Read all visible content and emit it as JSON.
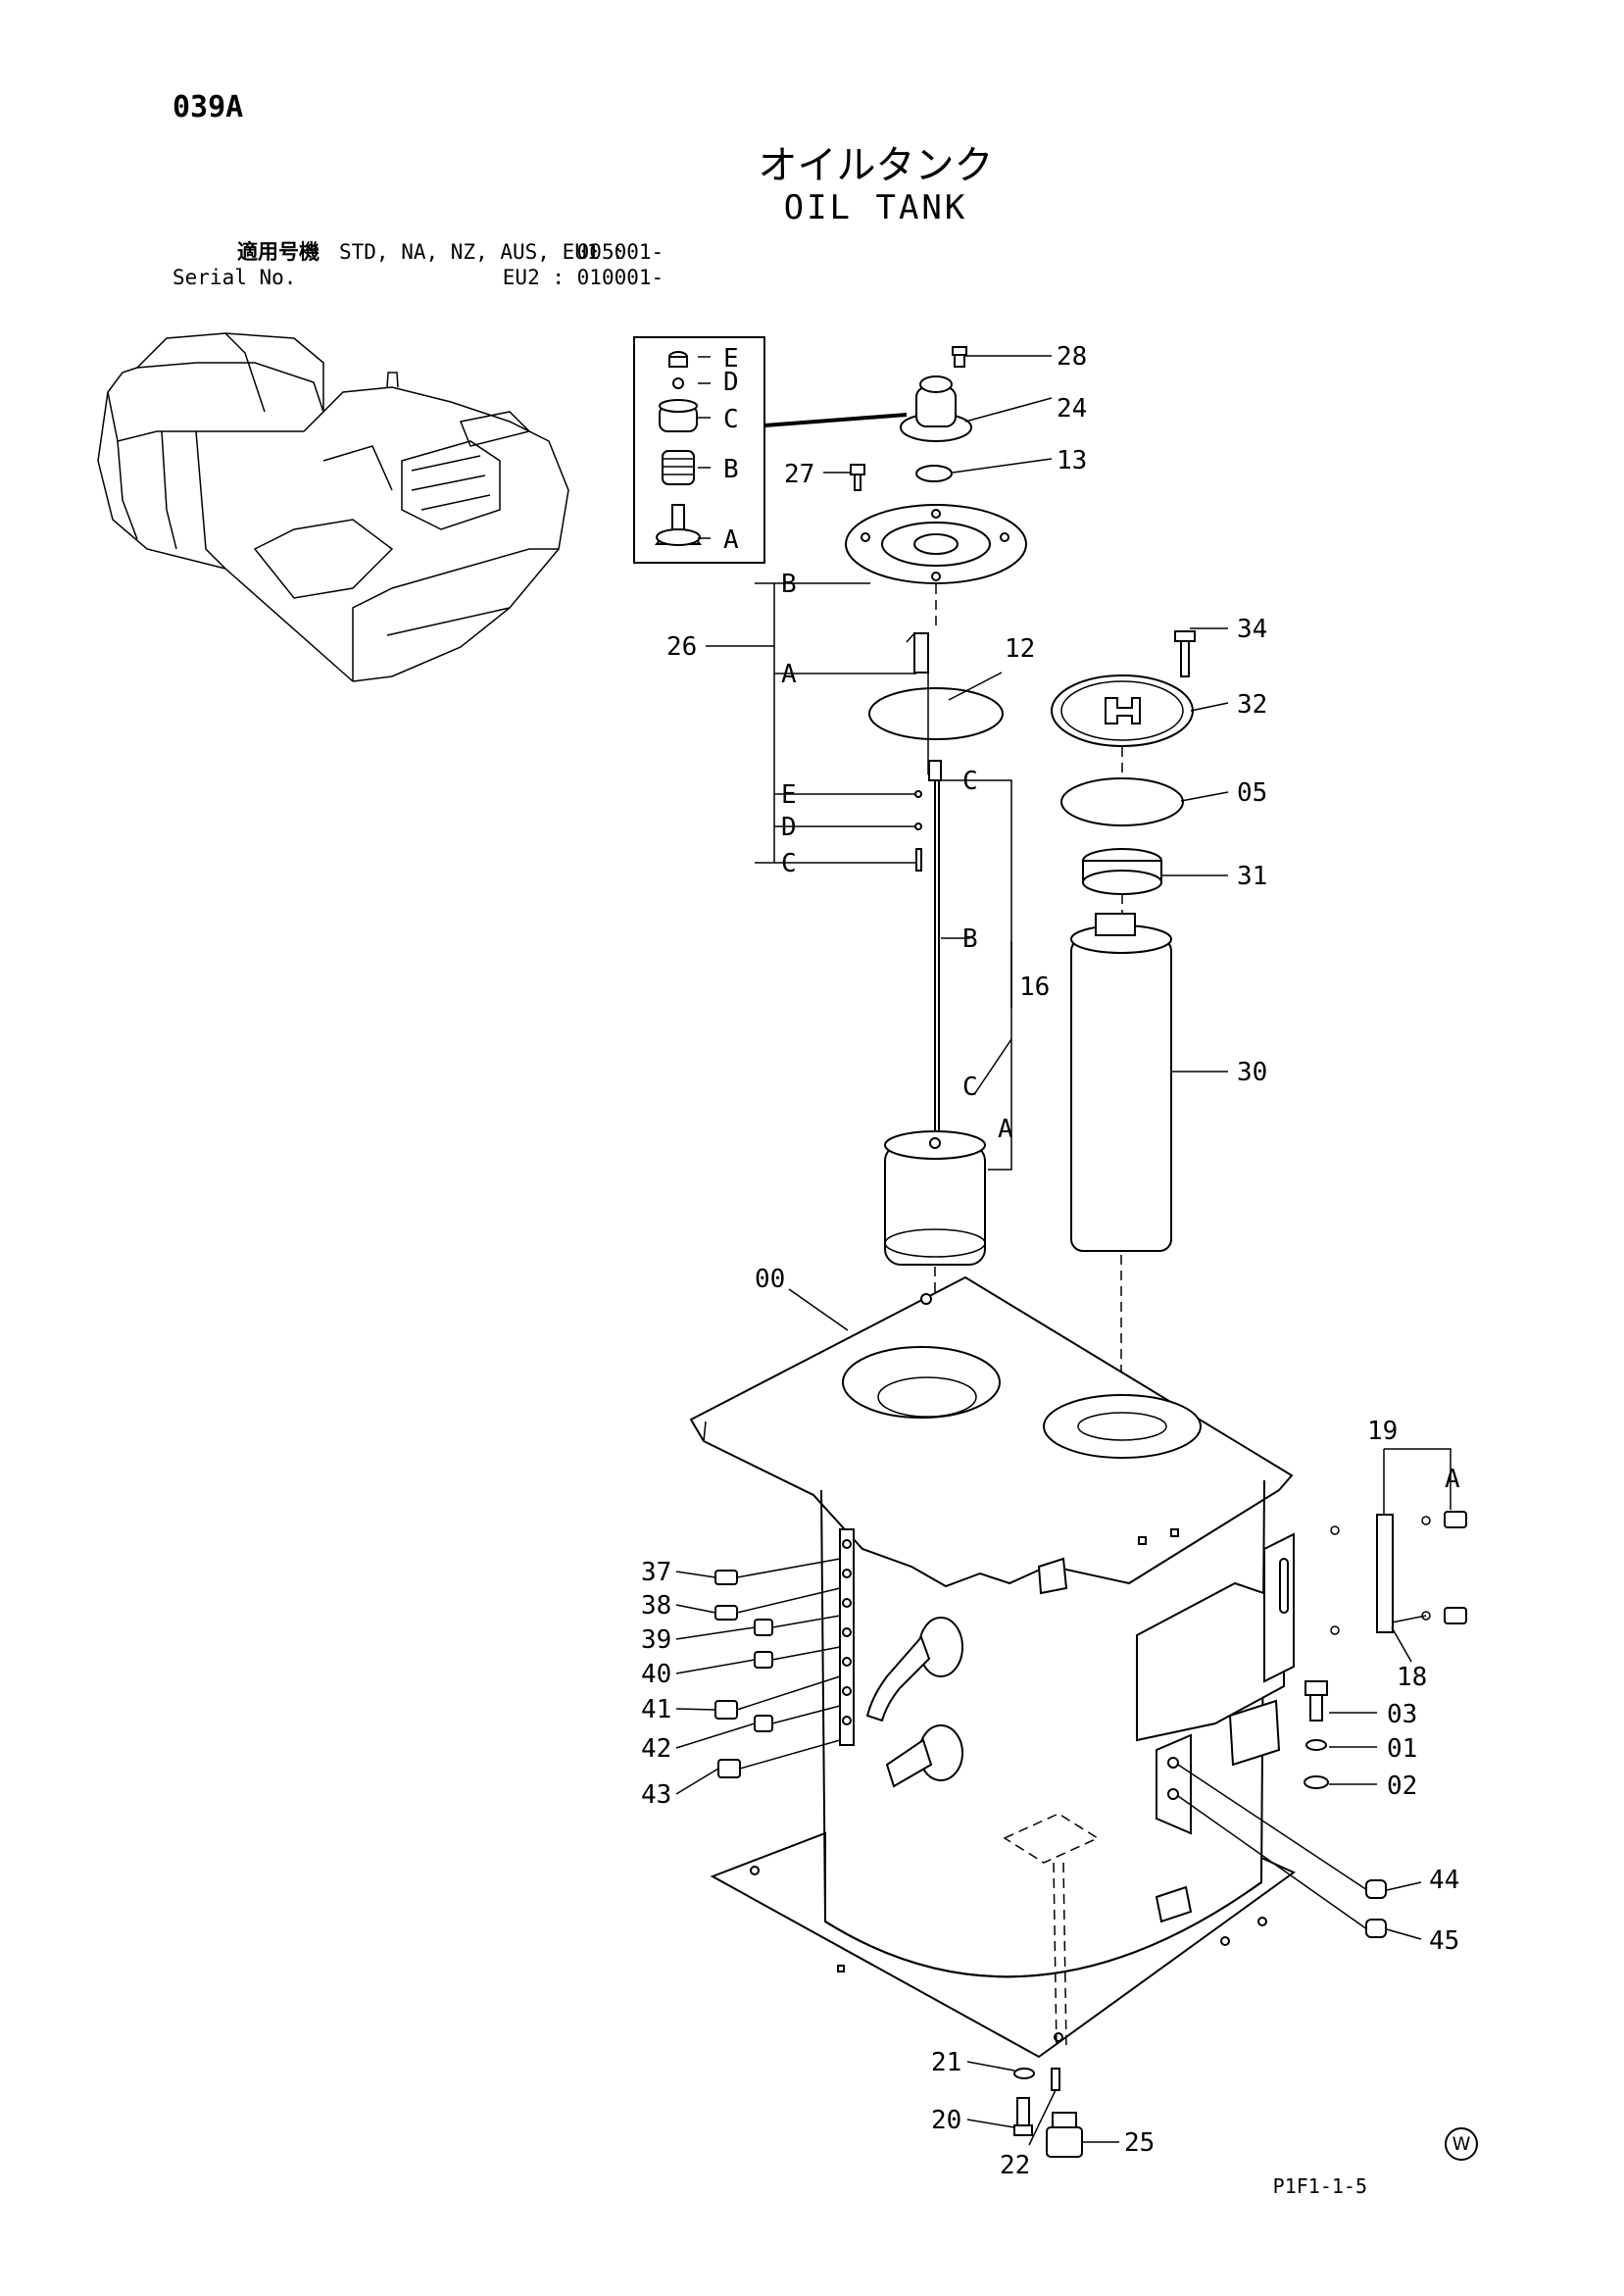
{
  "header": {
    "page_id": "039A",
    "title_jp": "オイルタンク",
    "title_en": "OIL TANK"
  },
  "serial": {
    "label_jp": "適用号機",
    "label_en": "Serial No.",
    "models_1": "STD, NA, NZ, AUS, EU1 :",
    "range_1": "005001-",
    "models_2": "EU2 :",
    "range_2": "010001-"
  },
  "callouts": {
    "p00": "00",
    "p01": "01",
    "p02": "02",
    "p03": "03",
    "p05": "05",
    "p12": "12",
    "p13": "13",
    "p16": "16",
    "p18": "18",
    "p19": "19",
    "p20": "20",
    "p21": "21",
    "p22": "22",
    "p24": "24",
    "p25": "25",
    "p26": "26",
    "p27": "27",
    "p28": "28",
    "p30": "30",
    "p31": "31",
    "p32": "32",
    "p34": "34",
    "p37": "37",
    "p38": "38",
    "p39": "39",
    "p40": "40",
    "p41": "41",
    "p42": "42",
    "p43": "43",
    "p44": "44",
    "p45": "45"
  },
  "sub_labels": {
    "inset": [
      "E",
      "D",
      "C",
      "B",
      "A"
    ],
    "p26": [
      "B",
      "A",
      "E",
      "D",
      "C"
    ],
    "p16": [
      "C",
      "B",
      "C",
      "A"
    ],
    "p19": "A"
  },
  "footer": {
    "drawing_code": "P1F1-1-5",
    "mark": "W"
  }
}
